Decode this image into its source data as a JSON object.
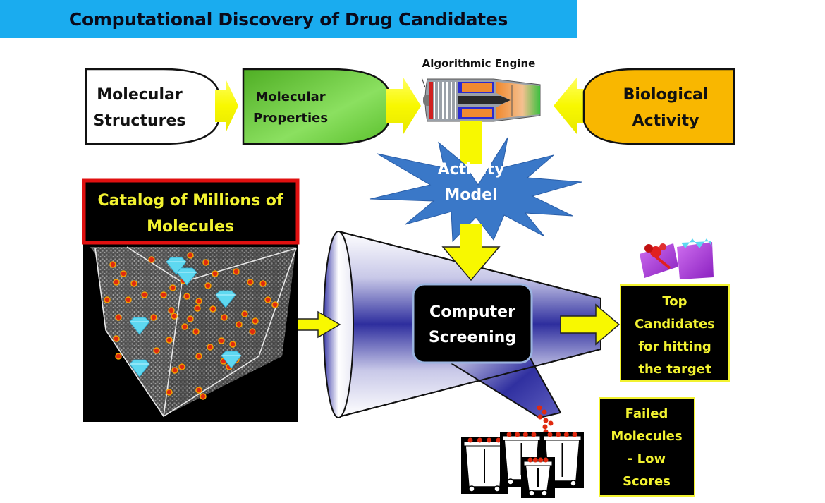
{
  "title": "Computational Discovery of Drug Candidates",
  "inputs": {
    "molecular_structures": "Molecular Structures",
    "molecular_properties": "Molecular Properties",
    "algorithmic_engine": "Algorithmic Engine",
    "biological_activity": "Biological Activity"
  },
  "activity_model": "Activity Model",
  "catalog": {
    "label_line1": "Catalog of Millions of",
    "label_line2": "Molecules"
  },
  "screening": {
    "line1": "Computer",
    "line2": "Screening"
  },
  "top_candidates": {
    "line1": "Top",
    "line2": "Candidates",
    "line3": "for hitting",
    "line4": "the target"
  },
  "failed": {
    "line1": "Failed",
    "line2": "Molecules",
    "line3": "- Low",
    "line4": "Scores"
  },
  "colors": {
    "banner": "#1AACEF",
    "arrow_yellow": "#FFFF00",
    "properties_green": "#6CC93A",
    "biology_orange": "#F9B700",
    "starburst_blue": "#3A78C8",
    "highlight_yellow": "#F2F230",
    "catalog_red": "#E01010",
    "cone_blue": "#2E2E9E",
    "molecule_red": "#E02A10",
    "diamond_cyan": "#5ED8F0",
    "gift_purple": "#B040E0"
  },
  "icons": [
    "jet-engine-icon",
    "starburst-icon",
    "diamond-icon",
    "gift-box-icon",
    "trash-bin-icon",
    "funnel-cone-icon"
  ]
}
